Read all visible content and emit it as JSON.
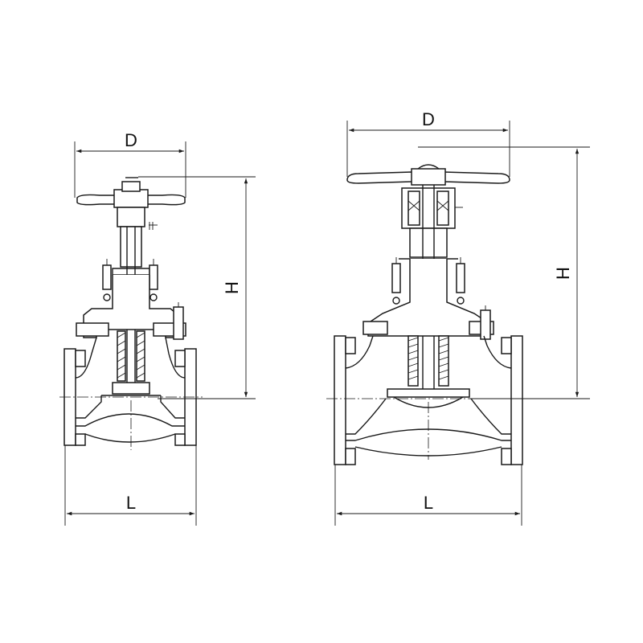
{
  "left_valve": {
    "dim_d": "D",
    "dim_h": "H",
    "dim_l": "L"
  },
  "right_valve": {
    "dim_d": "D",
    "dim_h": "H",
    "dim_l": "L"
  },
  "colors": {
    "line": "#1a1a1a",
    "background": "#ffffff"
  }
}
